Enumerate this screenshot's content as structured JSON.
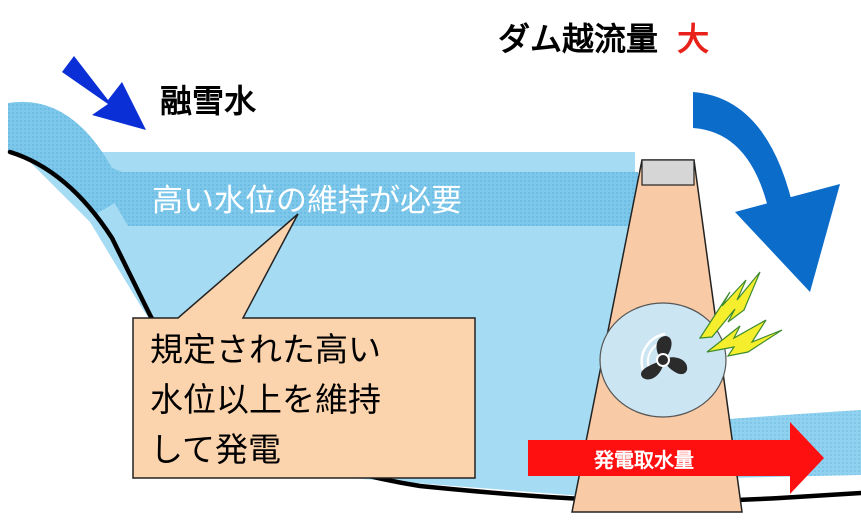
{
  "title": {
    "prefix": "ダム越流量",
    "emphasis": "大",
    "emphasis_color": "#e8211b"
  },
  "snowmelt_label": "融雪水",
  "water_band_text": "高い水位の維持が必要",
  "callout": {
    "lines": [
      "規定された高い",
      "水位以上を維持",
      "して発電"
    ]
  },
  "intake_arrow_label": "発電取水量",
  "colors": {
    "water": "#9ad8f2",
    "high_water_band": "#77c6ea",
    "snow_arrow": "#0a2fd6",
    "overflow_arrow": "#0a69c8",
    "dam": "#f7c9a3",
    "callout_fill": "#fbd3ab",
    "intake_arrow": "#ff1010",
    "lightning": "#f3ee2a"
  },
  "icons": [
    "snowmelt-arrow-icon",
    "overflow-arrow-icon",
    "turbine-icon",
    "lightning-icon",
    "intake-arrow-icon"
  ]
}
